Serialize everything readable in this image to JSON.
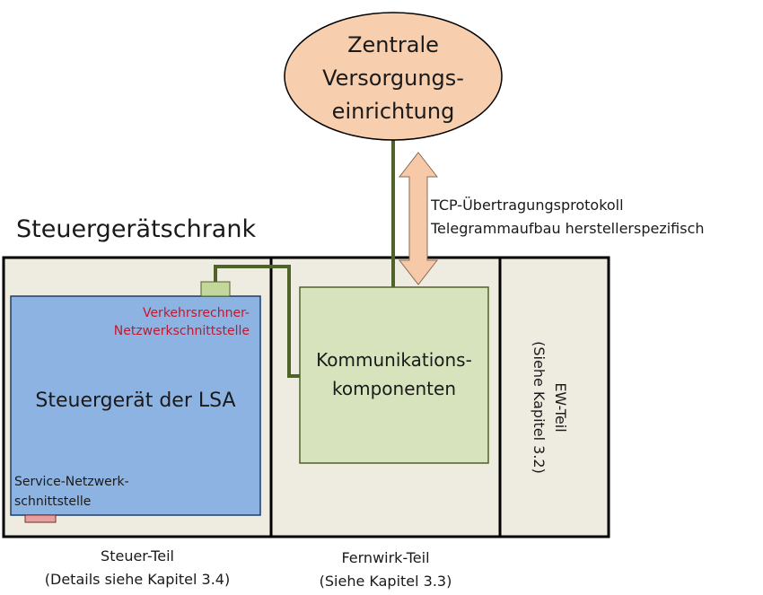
{
  "central": {
    "line1": "Zentrale",
    "line2": "Versorgungs-",
    "line3": "einrichtung"
  },
  "protocol": {
    "line1": "TCP-Übertragungsprotokoll",
    "line2": "Telegrammaufbau herstellerspezifisch"
  },
  "cabinet_title": "Steuergerätschrank",
  "controller": {
    "label": "Steuergerät der LSA"
  },
  "traffic_interface": {
    "line1": "Verkehrsrechner-",
    "line2": "Netzwerkschnittstelle"
  },
  "service_interface": {
    "line1": "Service-Netzwerk-",
    "line2": "schnittstelle"
  },
  "communication": {
    "line1": "Kommunikations-",
    "line2": "komponenten"
  },
  "ew_part": {
    "line1": "EW-Teil",
    "line2": "(Siehe Kapitel 3.2)"
  },
  "steuer_part": {
    "line1": "Steuer-Teil",
    "line2": "(Details siehe Kapitel 3.4)"
  },
  "fernwirk_part": {
    "line1": "Fernwirk-Teil",
    "line2": "(Siehe Kapitel 3.3)"
  },
  "colors": {
    "ellipse_fill": "#f7cfae",
    "controller_fill": "#8db3e2",
    "comm_fill": "#d6e3bc",
    "cabinet_fill": "#eeece1",
    "green_line": "#4f6228",
    "connector_green": "#c3d69b",
    "connector_red": "#e6a0a0",
    "red_text": "#c0192f",
    "arrow_fill": "#f6c9a8"
  }
}
